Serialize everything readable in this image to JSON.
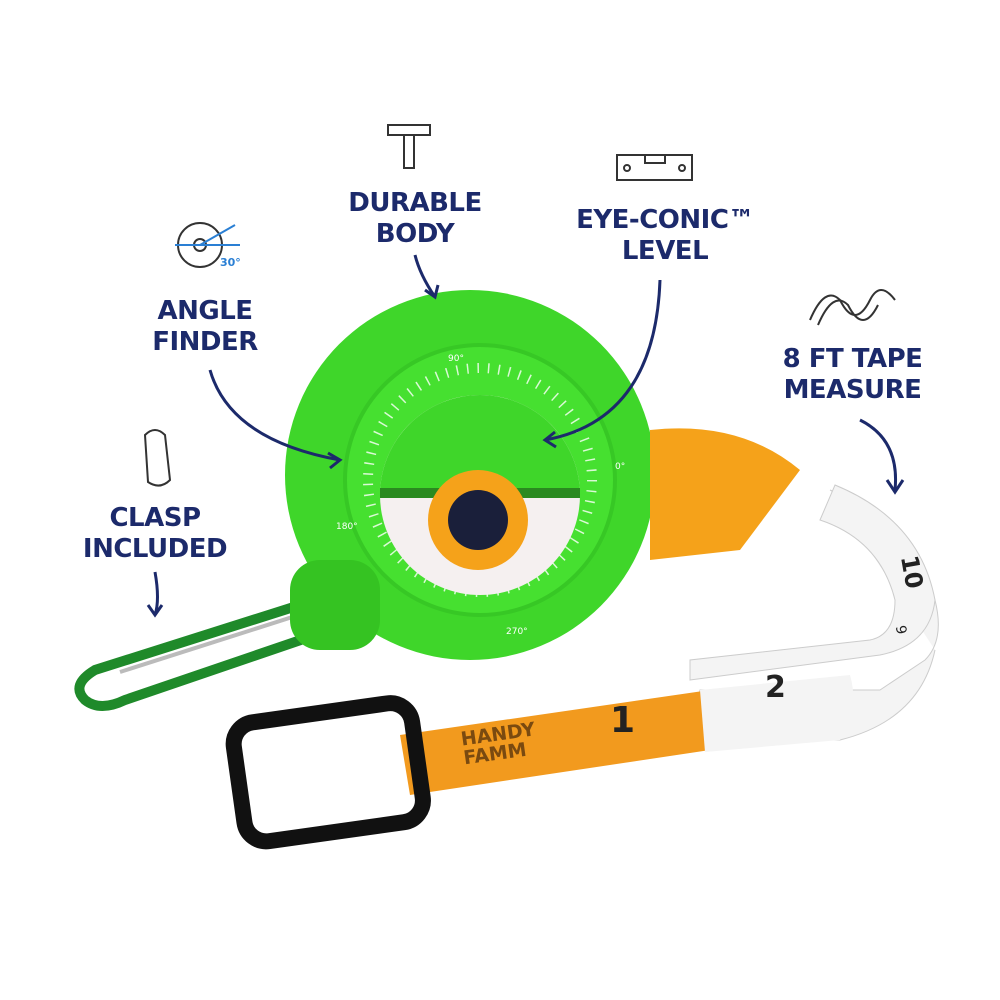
{
  "callouts": {
    "durable_body": [
      "DURABLE",
      "BODY"
    ],
    "level": [
      "EYE-CONIC™",
      "LEVEL"
    ],
    "angle_finder": [
      "ANGLE",
      "FINDER"
    ],
    "tape": [
      "8 FT TAPE",
      "MEASURE"
    ],
    "clasp": [
      "CLASP",
      "INCLUDED"
    ]
  },
  "angle_icon_label": "30°",
  "dial": {
    "top": "90°",
    "right": "0°",
    "left": "180°",
    "bottom": "270°"
  },
  "tape_numbers": [
    "1",
    "2",
    "10",
    "9"
  ],
  "brand_logo": "HANDY FAMM",
  "colors": {
    "label": "#1c2a6b",
    "body": "#3fd62a",
    "beak": "#f5a21a",
    "tape_orange": "#f29a1e"
  }
}
